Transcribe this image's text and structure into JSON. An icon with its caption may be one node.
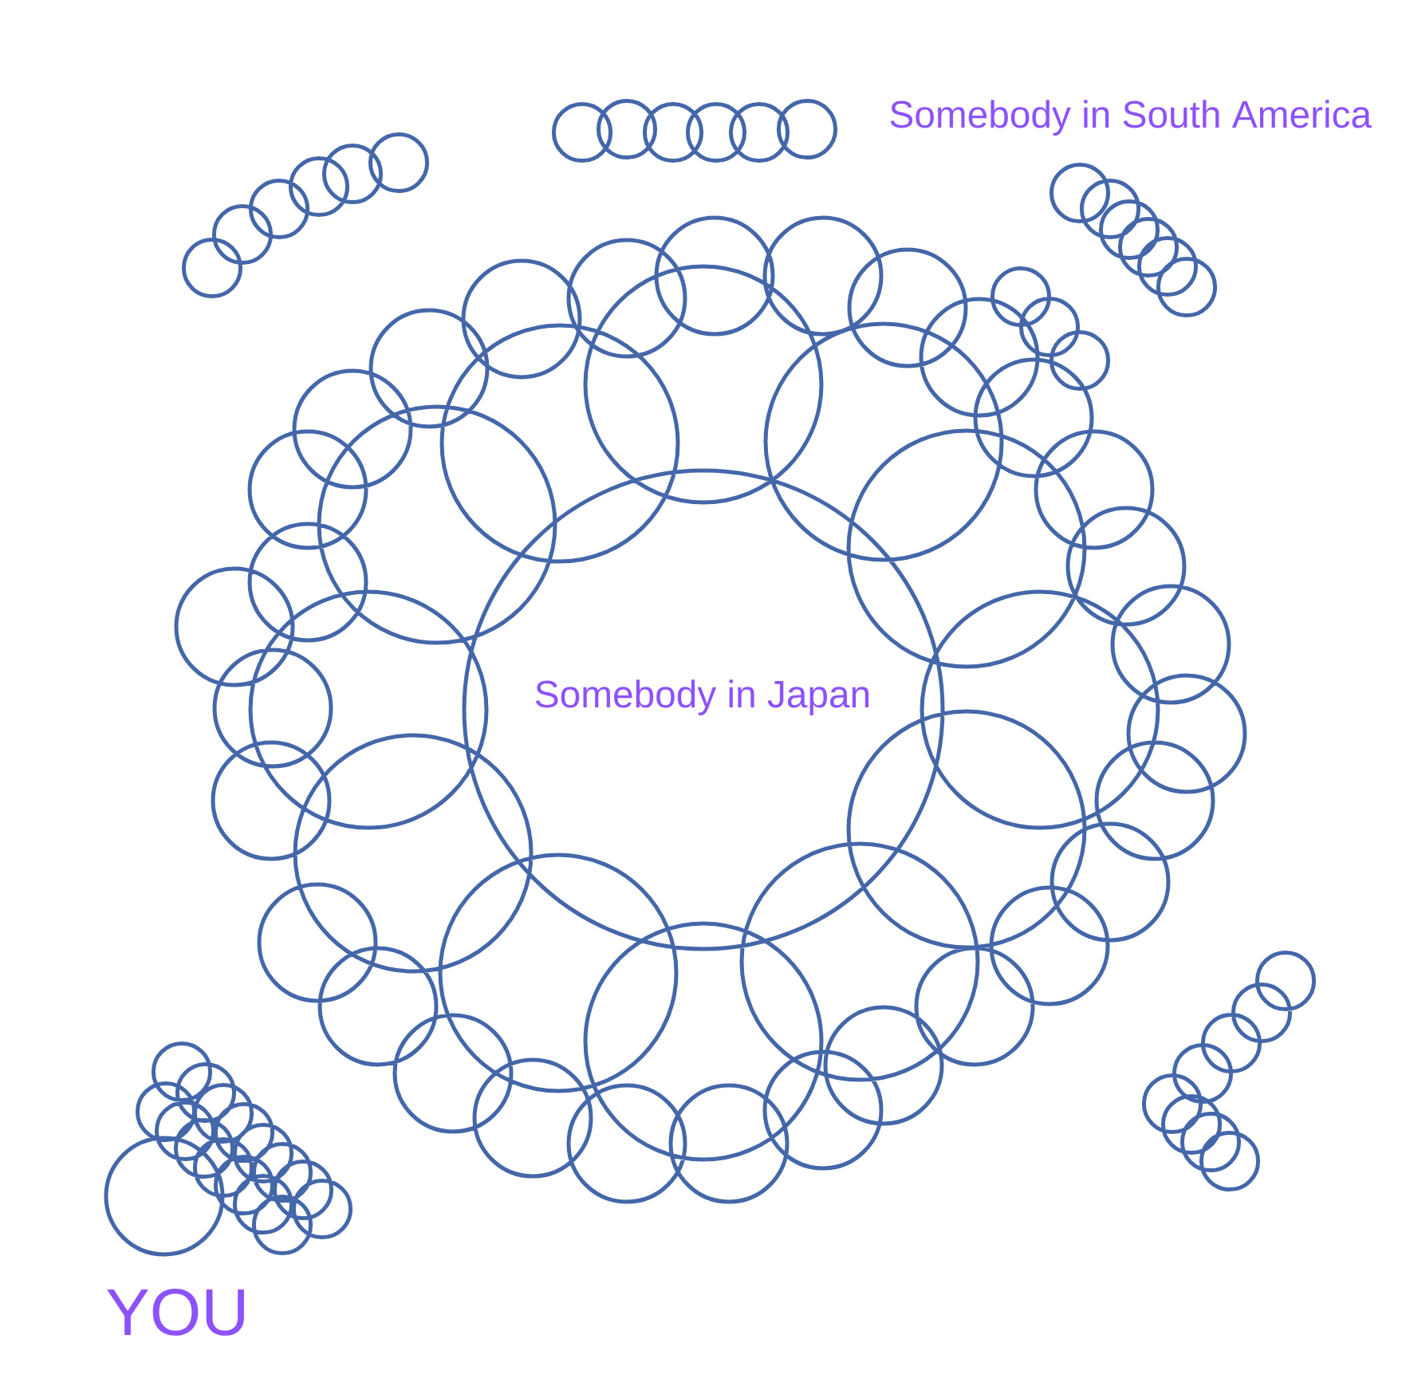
{
  "diagram": {
    "labels": [
      "Somebody in South America",
      "Somebody in Japan",
      "YOU"
    ]
  }
}
